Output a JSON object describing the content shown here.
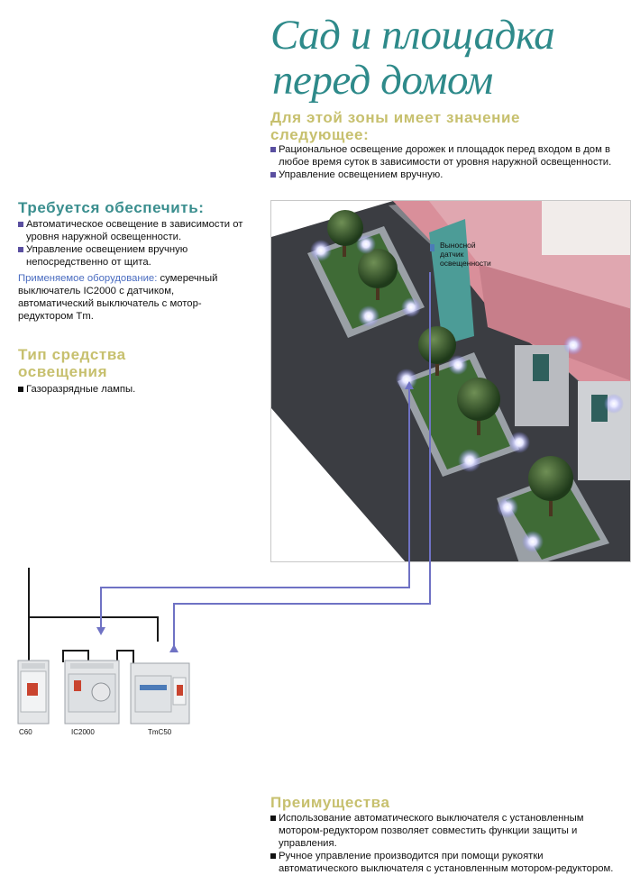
{
  "title": {
    "line1": "Сад и площадка",
    "line2": "перед домом"
  },
  "zone_section": {
    "heading_line1": "Для этой зоны имеет значение",
    "heading_line2": "следующее:",
    "items": [
      "Рациональное освещение дорожек и площадок перед входом в дом в любое время суток в зависимости от уровня наружной освещенности.",
      "Управление освещением вручную."
    ]
  },
  "requirements_section": {
    "heading": "Требуется обеспечить:",
    "items": [
      "Автоматическое освещение в зависимости от уровня наружной освещенности.",
      "Управление освещением вручную непосредственно от щита."
    ],
    "equipment_label": "Применяемое оборудование:",
    "equipment_text": " сумеречный выключатель IC2000 с датчиком, автоматический выключатель с мотор-редуктором Tm."
  },
  "lighting_section": {
    "heading_line1": "Тип средства",
    "heading_line2": "освещения",
    "items": [
      "Газоразрядные лампы."
    ]
  },
  "scene": {
    "sensor_label_line1": "Выносной",
    "sensor_label_line2": "датчик",
    "sensor_label_line3": "освещенности"
  },
  "devices": {
    "c60": "C60",
    "ic2000": "IC2000",
    "tmc50": "TmC50"
  },
  "advantages_section": {
    "heading": "Преимущества",
    "items": [
      "Использование автоматического выключателя с установленным мотором-редуктором позволяет совместить функции защиты и управления.",
      "Ручное управление производится при помощи рукоятки автоматического выключателя с установленным мотором-редуктором."
    ]
  },
  "colors": {
    "title": "#2e8a8a",
    "heading_gold": "#c7c06e",
    "heading_teal": "#3a8e8e",
    "bullet_purple": "#5a4fa0",
    "equipment_blue": "#4a6cc0",
    "wire_blue": "#6f72c4"
  }
}
